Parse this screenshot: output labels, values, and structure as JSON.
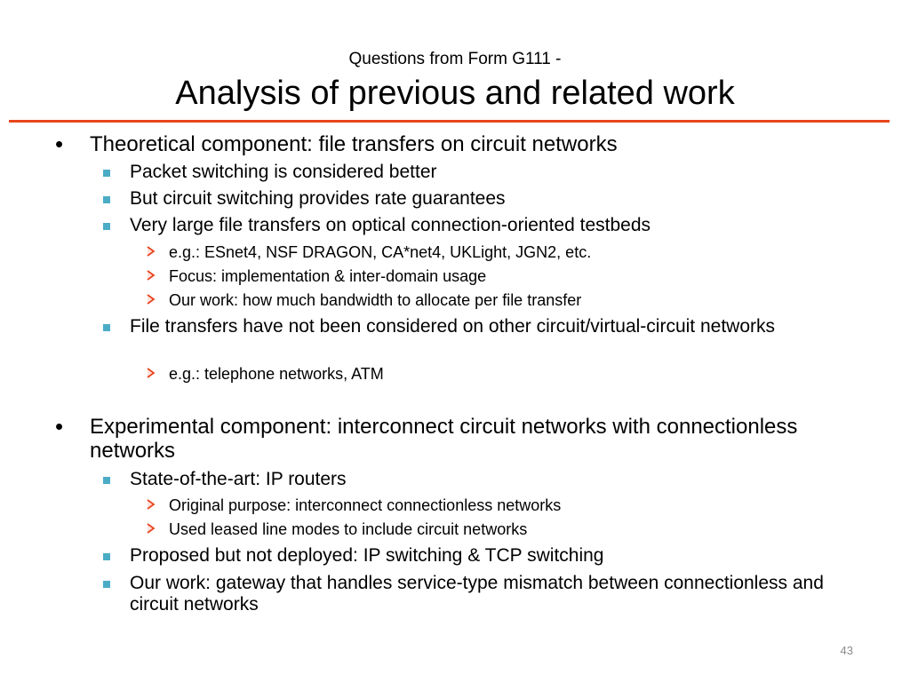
{
  "slide": {
    "subtitle": "Questions from Form G111 -",
    "title": "Analysis of previous and related work",
    "page_number": "43"
  },
  "colors": {
    "rule": "#e8461f",
    "level2_bullet": "#4bacc6",
    "level3_arrow": "#e8461f"
  },
  "bullet_icons": {
    "level1": "•",
    "level2": "square-bullet-icon",
    "level3": "arrow-bullet-icon"
  },
  "content": {
    "b1": "Theoretical component: file transfers on circuit networks",
    "b1_1": "Packet switching is considered better",
    "b1_2": "But circuit switching provides rate guarantees",
    "b1_3": "Very large file transfers on optical connection-oriented testbeds",
    "b1_3_1": "e.g.: ESnet4, NSF DRAGON, CA*net4, UKLight, JGN2, etc.",
    "b1_3_2": "Focus: implementation & inter-domain usage",
    "b1_3_3": "Our work: how much bandwidth to allocate per file transfer",
    "b1_4": "File transfers have not been considered on other circuit/virtual-circuit networks",
    "b1_4_1": "e.g.: telephone networks, ATM",
    "b2": "Experimental component: interconnect circuit networks with connectionless networks",
    "b2_1": "State-of-the-art: IP routers",
    "b2_1_1": "Original purpose: interconnect connectionless networks",
    "b2_1_2": "Used leased line modes to include circuit networks",
    "b2_2": "Proposed but not deployed: IP switching & TCP switching",
    "b2_3": "Our work: gateway that handles service-type mismatch between connectionless and circuit networks"
  }
}
